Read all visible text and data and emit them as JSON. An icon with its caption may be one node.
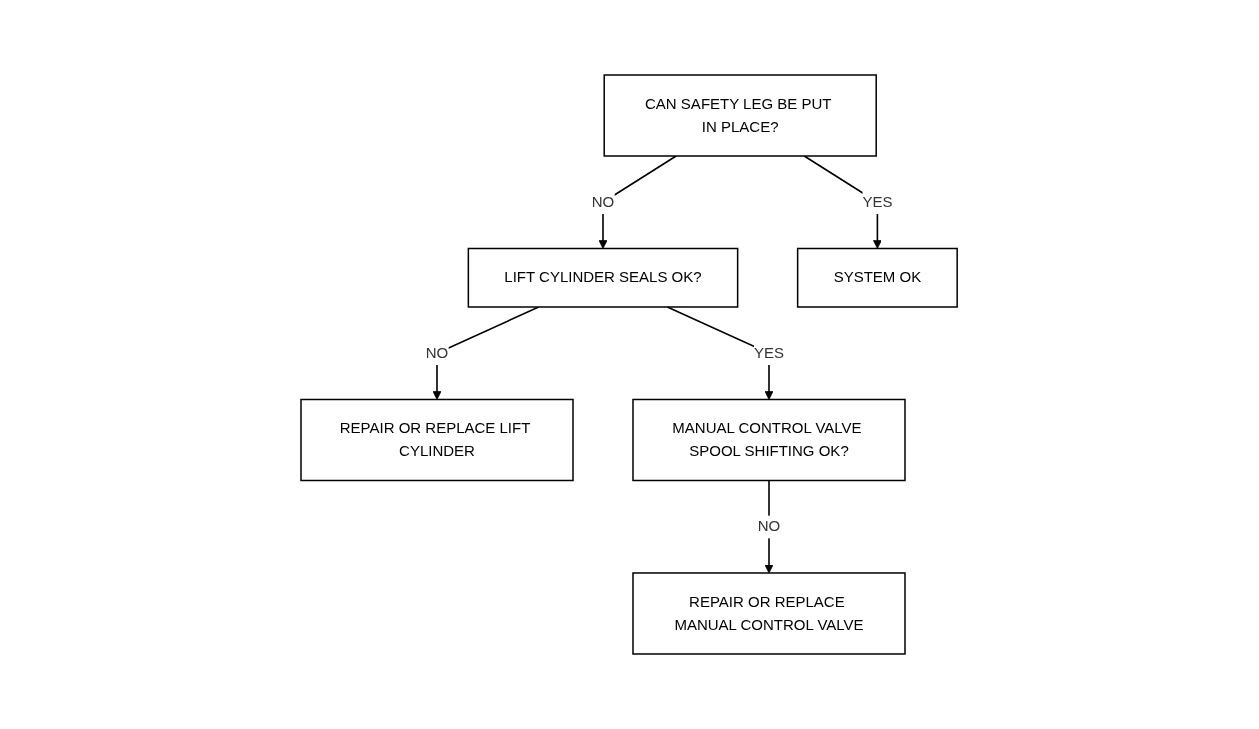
{
  "diagram": {
    "nodes": [
      {
        "text": [
          "CAN SAFETY LEG BE PUT IN PLACE?"
        ]
      },
      {
        "text": [
          "LIFT CYLINDER SEALS OK?"
        ]
      },
      {
        "text": [
          "SYSTEM OK"
        ]
      },
      {
        "text": [
          "REPAIR OR REPLACE LIFT CYLINDER"
        ]
      },
      {
        "text": [
          "MANUAL CONTROL VALVE SPOOL SHIFTING OK?"
        ]
      },
      {
        "text": [
          "REPAIR OR REPLACE MANUAL CONTROL VALVE"
        ]
      }
    ],
    "edges": [
      {
        "from": 0,
        "to": 1,
        "label": "NO",
        "arrow": "to"
      },
      {
        "from": 0,
        "to": 2,
        "label": "YES",
        "arrow": "to"
      },
      {
        "from": 1,
        "to": 3,
        "label": "NO",
        "arrow": "to"
      },
      {
        "from": 1,
        "to": 4,
        "label": "YES",
        "arrow": "to"
      },
      {
        "from": 4,
        "to": 5,
        "label": "NO",
        "arrow": "to"
      }
    ]
  }
}
